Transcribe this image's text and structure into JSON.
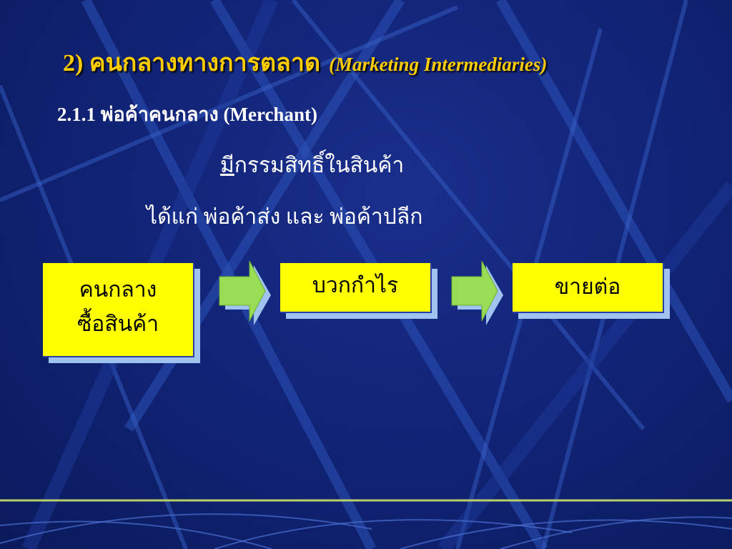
{
  "title": {
    "thai": "2) คนกลางทางการตลาด",
    "english": "(Marketing Intermediaries)"
  },
  "subheading": "2.1.1 พ่อค้าคนกลาง (Merchant)",
  "ownership": {
    "underlined": "มี",
    "rest": "กรรมสิทธิ์ในสินค้า"
  },
  "examples": "ได้แก่ พ่อค้าส่ง และ พ่อค้าปลีก",
  "flow": {
    "box1": {
      "line1": "คนกลาง",
      "line2": "ซื้อสินค้า"
    },
    "box2": "บวกกำไร",
    "box3": "ขายต่อ"
  },
  "colors": {
    "background": "#112478",
    "title": "#ffcc00",
    "box_fill": "#ffff00",
    "arrow_fill": "#99dd55"
  }
}
